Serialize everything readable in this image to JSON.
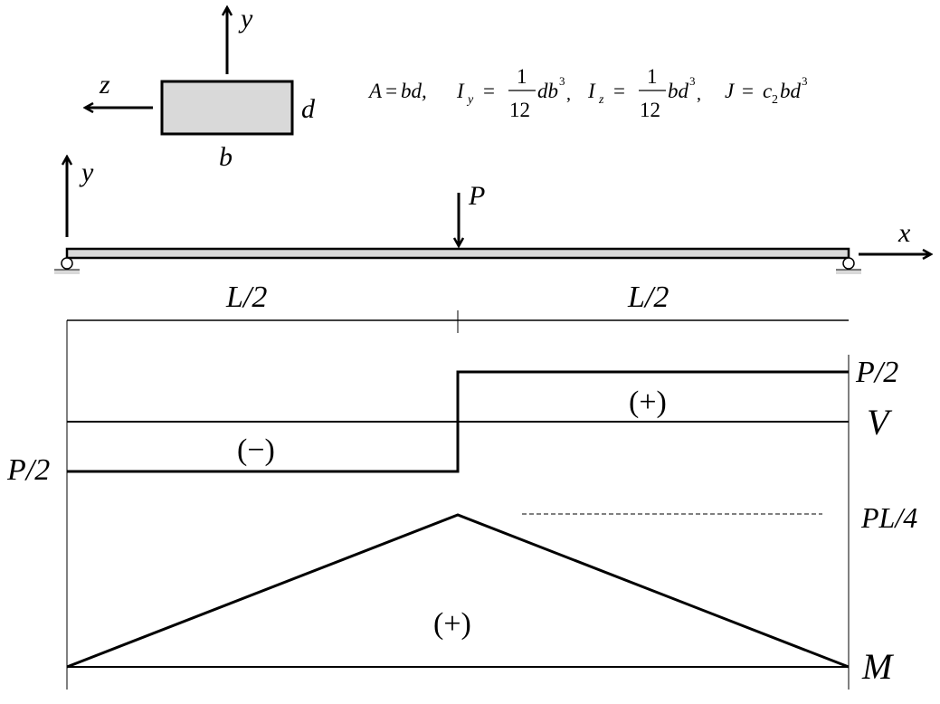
{
  "section": {
    "axes": {
      "y_label": "y",
      "z_label": "z"
    },
    "dims": {
      "width_label": "b",
      "depth_label": "d"
    },
    "fill_color": "#d9d9d9"
  },
  "formulas": {
    "area": {
      "lhs": "A",
      "rhs": "bd,"
    },
    "iy": {
      "lhs": "I",
      "sub": "y",
      "num": "1",
      "den": "12",
      "rhs": "db",
      "exp": "3",
      "tail": ","
    },
    "iz": {
      "lhs": "I",
      "sub": "z",
      "num": "1",
      "den": "12",
      "rhs": "bd",
      "exp": "3",
      "tail": ","
    },
    "j": {
      "lhs": "J",
      "coef": "c",
      "coef_sub": "2",
      "rhs": "bd",
      "exp": "3"
    },
    "equals": "="
  },
  "beam": {
    "y_axis_label": "y",
    "x_axis_label": "x",
    "load_label": "P",
    "span_left_label": "L/2",
    "span_right_label": "L/2",
    "beam_fill": "#d9d9d9",
    "support_fill": "#d9d9d9"
  },
  "shear_diagram": {
    "name_label": "V",
    "left_value_label": "P/2",
    "right_value_label": "P/2",
    "left_sign": "(−)",
    "right_sign": "(+)"
  },
  "moment_diagram": {
    "name_label": "M",
    "peak_label": "PL/4",
    "sign": "(+)"
  },
  "chart_data": [
    {
      "type": "line",
      "title": "Shear force diagram",
      "ylabel": "V",
      "x": [
        0,
        0.5,
        0.5,
        1
      ],
      "values": [
        -0.5,
        -0.5,
        0.5,
        0.5
      ],
      "x_units": "L",
      "y_units": "P",
      "ylim": [
        -0.5,
        0.5
      ],
      "annotations": [
        "P/2",
        "P/2",
        "(−)",
        "(+)"
      ]
    },
    {
      "type": "line",
      "title": "Bending moment diagram",
      "ylabel": "M",
      "x": [
        0,
        0.5,
        1
      ],
      "values": [
        0,
        0.25,
        0
      ],
      "x_units": "L",
      "y_units": "PL",
      "ylim": [
        0,
        0.25
      ],
      "annotations": [
        "PL/4",
        "(+)"
      ]
    }
  ]
}
